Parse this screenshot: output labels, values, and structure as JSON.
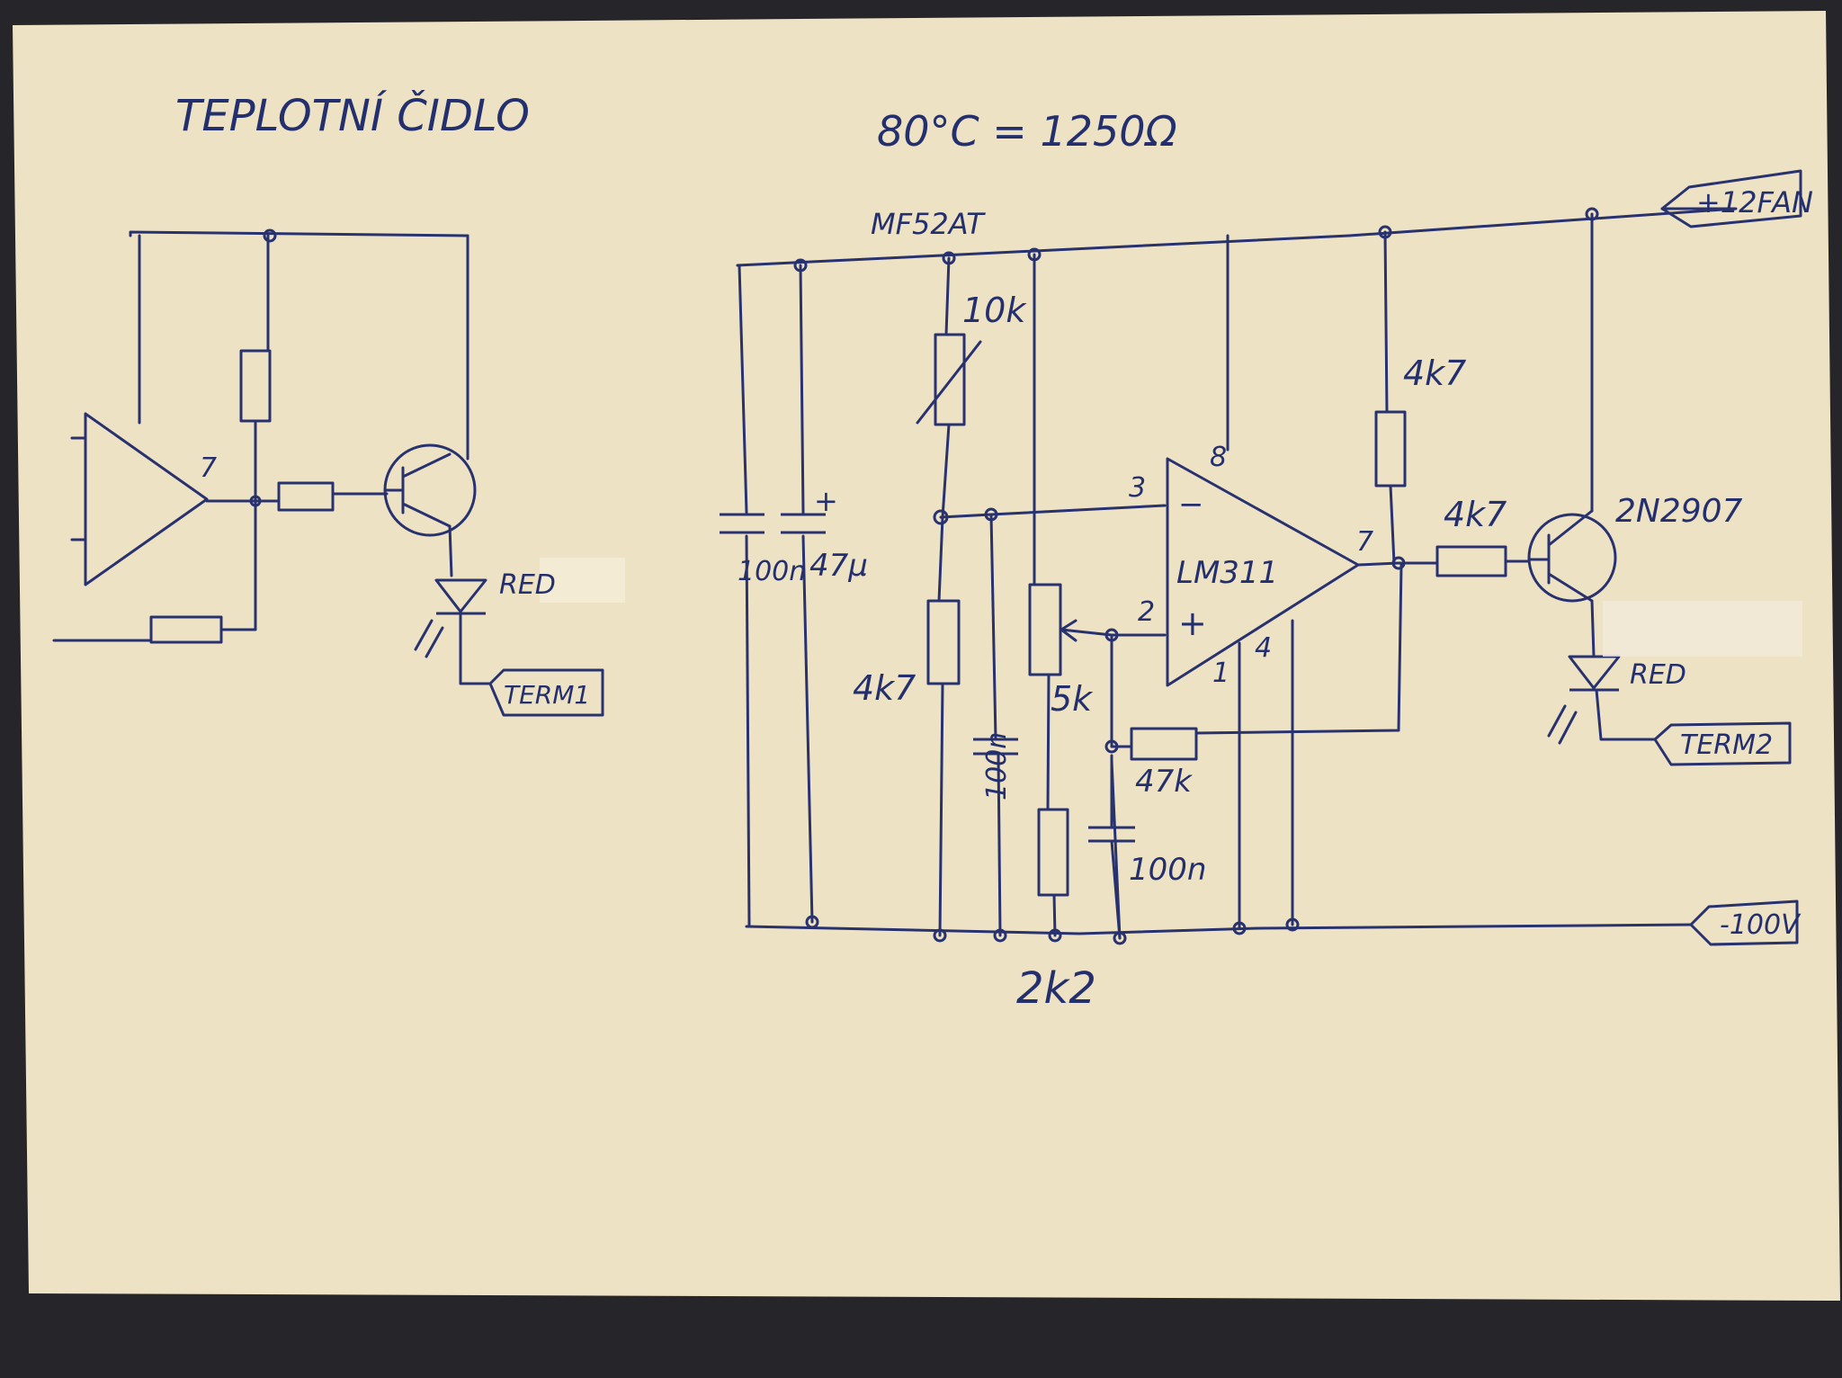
{
  "title": "TEPLOTNÍ ČIDLO",
  "formula": "80°C = 1250Ω",
  "colors": {
    "paper": "#eee2c4",
    "ink": "#28326f",
    "background": "#26262a"
  },
  "labels": {
    "thermistor_part": "MF52AT",
    "thermistor_value": "10k",
    "r_divider": "4k7",
    "pot": "5k",
    "r_bottom": "2k2",
    "c_decoupling": "100n",
    "c_bulk": "47μ",
    "c_small": "100n",
    "c_feedback": "100n",
    "r_feedback": "47k",
    "r_pullup": "4k7",
    "r_base": "4k7",
    "ic": "LM311",
    "pin3": "3",
    "pin2": "2",
    "pin8": "8",
    "pin7": "7",
    "pin1": "1",
    "pin4": "4",
    "pin_minus": "−",
    "pin_plus": "+",
    "cap_plus": "+",
    "transistor": "2N2907",
    "led_right": "RED",
    "term_right": "TERM2",
    "supply_pos": "+12FAN",
    "supply_neg": "-100V",
    "left_pin7": "7",
    "led_left": "RED",
    "term_left": "TERM1"
  }
}
